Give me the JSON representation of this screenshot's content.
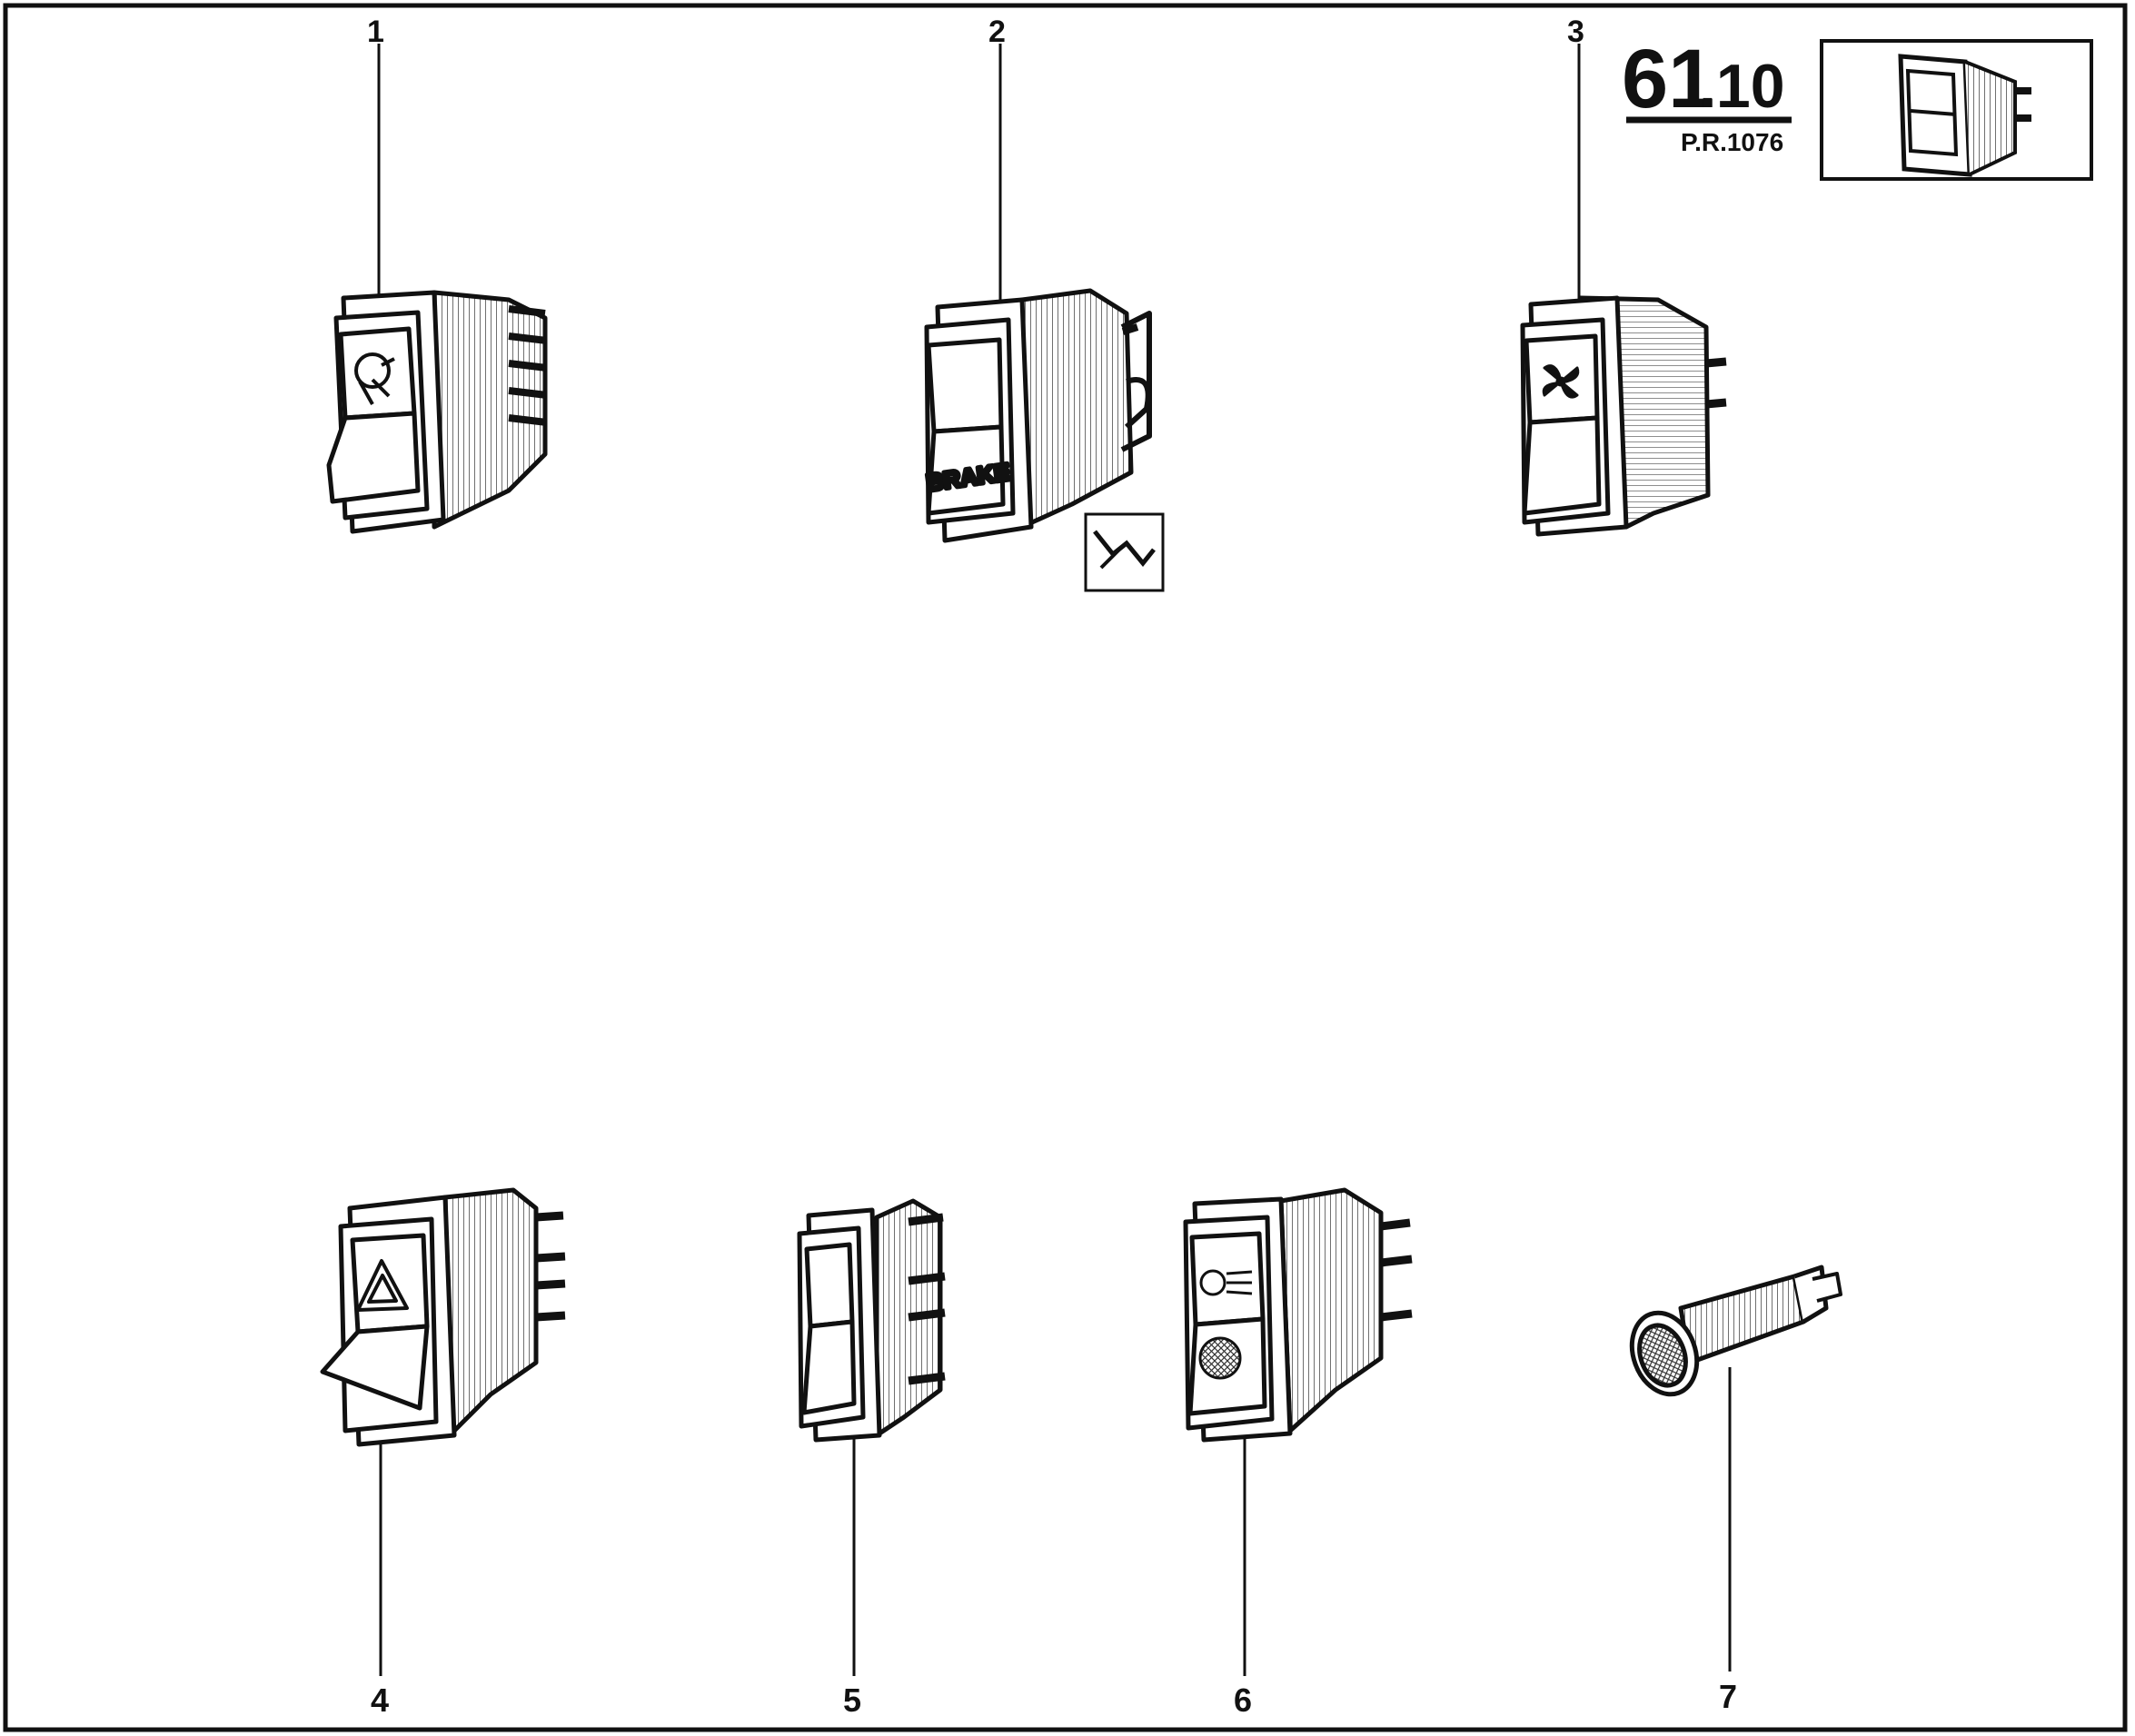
{
  "page_ref": {
    "section": "61",
    "subsection": ".10",
    "part_ref": "P.R.1076"
  },
  "callouts": [
    {
      "id": 1,
      "label": "1"
    },
    {
      "id": 2,
      "label": "2"
    },
    {
      "id": 3,
      "label": "3"
    },
    {
      "id": 4,
      "label": "4"
    },
    {
      "id": 5,
      "label": "5"
    },
    {
      "id": 6,
      "label": "6"
    },
    {
      "id": 7,
      "label": "7"
    }
  ],
  "switch_markings": {
    "brake": "BRAKE"
  },
  "icons": {
    "switch_1": "person-seat-icon",
    "switch_2": "brake-text-label",
    "switch_3": "fan-icon",
    "switch_4": "hazard-triangle-icon",
    "switch_5": "plain-rocker",
    "switch_6": "light-bulb-icon",
    "part_7": "indicator-lamp-socket",
    "thumbnail": "rocker-switch-thumbnail-icon",
    "extra": "wire-connector-icon"
  },
  "colors": {
    "ink": "#111111",
    "paper": "#ffffff",
    "shade": "#e2e2e2"
  }
}
